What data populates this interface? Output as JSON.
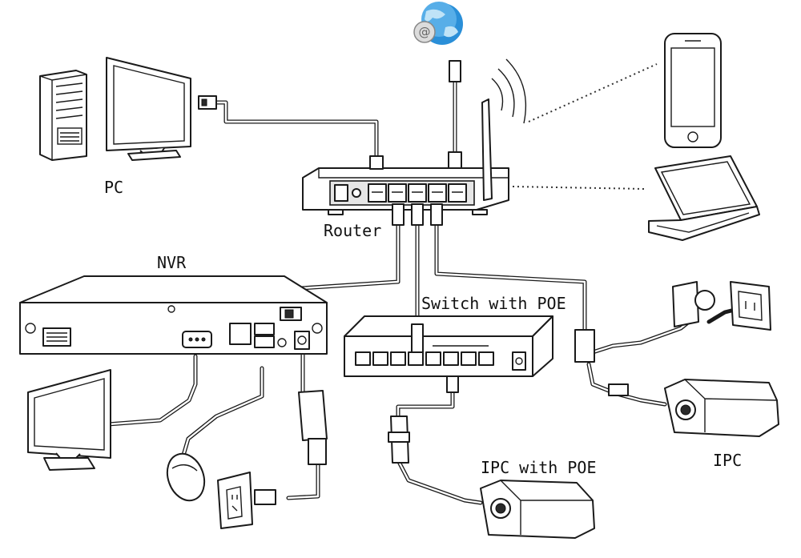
{
  "labels": {
    "pc": "PC",
    "router": "Router",
    "nvr": "NVR",
    "switch": "Switch with POE",
    "ipc_poe": "IPC with POE",
    "ipc": "IPC"
  },
  "colors": {
    "line": "#1a1a1a",
    "globe_blue": "#2a8fd8",
    "globe_light": "#bfe3f7"
  },
  "icons": [
    "internet-globe-icon"
  ]
}
